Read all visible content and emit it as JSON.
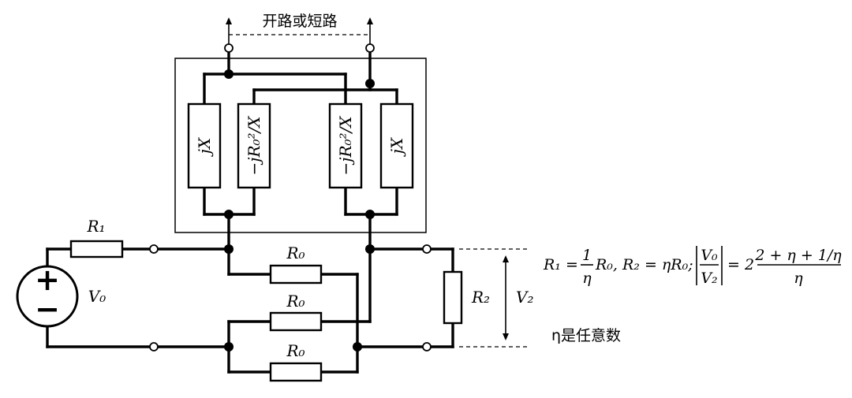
{
  "labels": {
    "open_short": "开路或短路",
    "r1": "R₁",
    "r2": "R₂",
    "r0_top": "R₀",
    "r0_mid": "R₀",
    "r0_bot": "R₀",
    "v0": "V₀",
    "v2": "V₂",
    "jx_left": "jX",
    "neg_left": "−jR₀²/X",
    "neg_right": "−jR₀²/X",
    "jx_right": "jX",
    "source_plus": "+",
    "source_minus": "−"
  },
  "formula": {
    "r1_lhs": "R₁ =",
    "frac1_num": "1",
    "frac1_den": "η",
    "r1_tail": "R₀, R₂ = ηR₀;",
    "ratio_num": "V₀",
    "ratio_den": "V₂",
    "equals_two": "= 2",
    "frac2_num": "2 + η + 1/η",
    "frac2_den": "η"
  },
  "note": "η是任意数"
}
